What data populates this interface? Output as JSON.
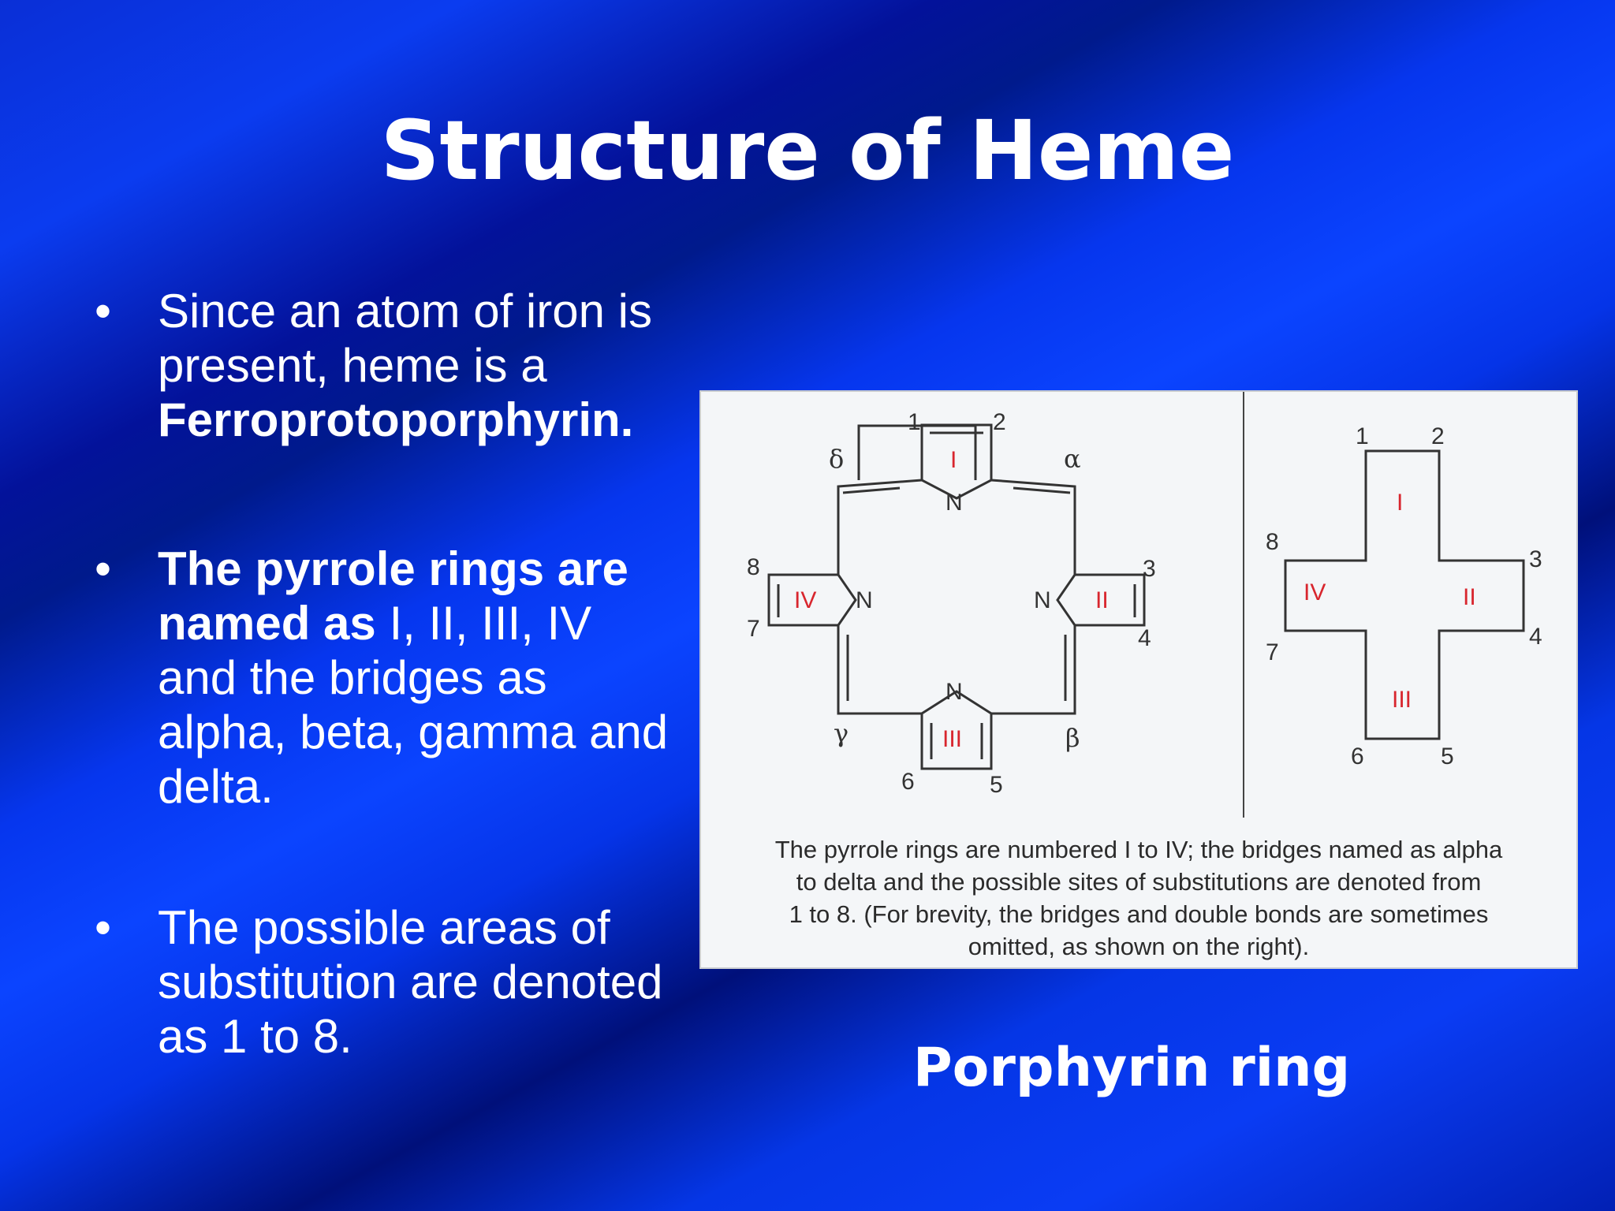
{
  "slide": {
    "title": "Structure of Heme",
    "bullets": [
      {
        "part1": "Since an atom of iron is present, heme is a ",
        "part1_bold": "Ferroprotoporphyrin."
      },
      {
        "bold": "The pyrrole rings are named as",
        "rest": " I, II, III, IV and the bridges as alpha, beta, gamma and delta."
      },
      {
        "text": "The possible areas of substitution are denoted as 1 to 8."
      }
    ],
    "bullet_glyph": "•"
  },
  "figure": {
    "title": "Porphyrin ring",
    "caption_lines": [
      "The pyrrole rings are numbered I to IV; the bridges named as alpha",
      "to delta and the possible sites of substitutions are denoted from",
      "1 to 8. (For brevity, the bridges and double bonds are sometimes",
      "omitted, as shown on the right)."
    ],
    "left_diagram": {
      "ring_labels": [
        "I",
        "II",
        "III",
        "IV"
      ],
      "nitrogen_label": "N",
      "bridge_labels": [
        "α",
        "β",
        "γ",
        "δ"
      ],
      "position_labels": [
        "1",
        "2",
        "3",
        "4",
        "5",
        "6",
        "7",
        "8"
      ]
    },
    "right_diagram": {
      "ring_labels": [
        "I",
        "II",
        "III",
        "IV"
      ],
      "position_labels": [
        "1",
        "2",
        "3",
        "4",
        "5",
        "6",
        "7",
        "8"
      ]
    },
    "colors": {
      "ring_label": "#d8262e",
      "line": "#333333",
      "background": "#f4f6f8"
    }
  }
}
